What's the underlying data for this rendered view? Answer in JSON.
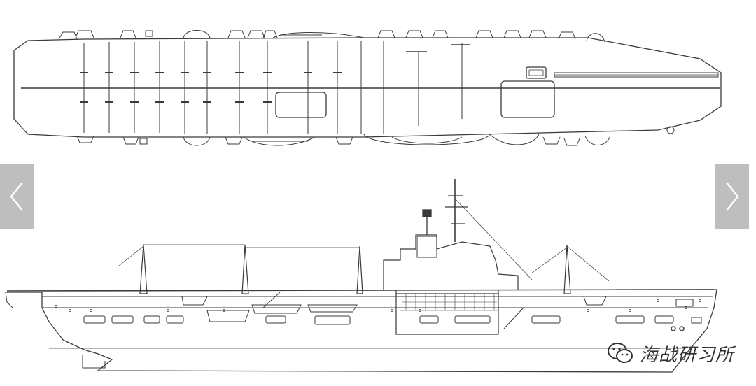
{
  "gallery": {
    "prev_icon": "chevron-left-icon",
    "next_icon": "chevron-right-icon",
    "nav_color": "#9a9a9a"
  },
  "watermark": {
    "text": "海战研习所",
    "logo_icon": "wechat-logo-icon"
  },
  "drawing": {
    "line_color": "#3a3a3a",
    "views": [
      "plan-view",
      "profile-view"
    ]
  }
}
